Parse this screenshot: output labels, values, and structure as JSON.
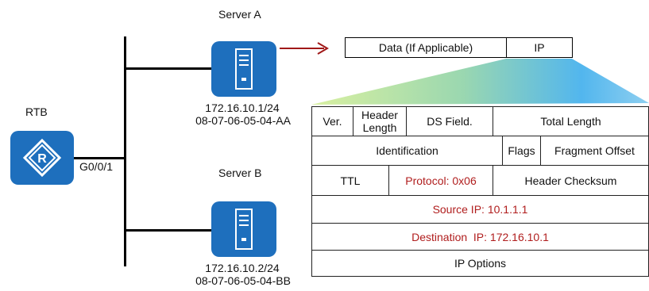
{
  "devices": {
    "router": {
      "name": "RTB",
      "interface": "G0/0/1"
    },
    "server_a": {
      "name": "Server A",
      "ip": "172.16.10.1/24",
      "mac": "08-07-06-05-04-AA"
    },
    "server_b": {
      "name": "Server B",
      "ip": "172.16.10.2/24",
      "mac": "08-07-06-05-04-BB"
    }
  },
  "packet": {
    "data_label": "Data (If Applicable)",
    "ip_label": "IP"
  },
  "ip_header": {
    "row1": {
      "ver": "Ver.",
      "header_length": "Header Length",
      "ds_field": "DS Field.",
      "total_length": "Total Length"
    },
    "row2": {
      "identification": "Identification",
      "flags": "Flags",
      "fragment_offset": "Fragment Offset"
    },
    "row3": {
      "ttl": "TTL",
      "protocol": "Protocol: 0x06",
      "header_checksum": "Header Checksum"
    },
    "row4": {
      "source_ip": "Source IP: 10.1.1.1"
    },
    "row5": {
      "destination_ip": "Destination  IP: 172.16.10.1"
    },
    "row6": {
      "ip_options": "IP Options"
    }
  },
  "colors": {
    "device_blue": "#1e6fbd",
    "arrow_red": "#a01818",
    "highlight_red": "#b01d1d",
    "fan_green": "#c4e87a",
    "fan_blue": "#52b6ee"
  }
}
